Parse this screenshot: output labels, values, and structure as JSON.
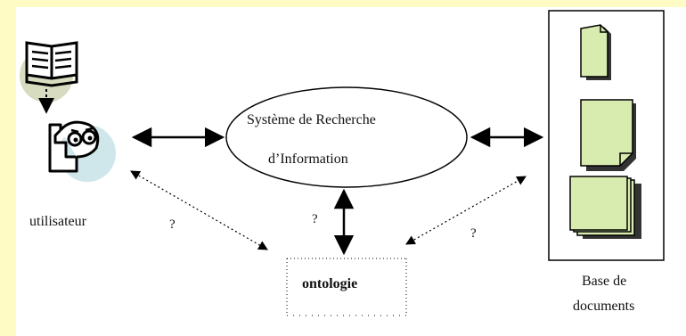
{
  "diagram": {
    "system_label_line1": "Système de Recherche",
    "system_label_line2": "d’Information",
    "user_label": "utilisateur",
    "ontology_label": "ontologie",
    "base_label_line1": "Base de",
    "base_label_line2": "documents",
    "question_marks": [
      "?",
      "?",
      "?"
    ],
    "colors": {
      "frame": "#fffbc4",
      "document_fill": "#d9ecb0",
      "user_circle": "#cfe6ea",
      "book_circle": "#d7dcc0"
    }
  }
}
